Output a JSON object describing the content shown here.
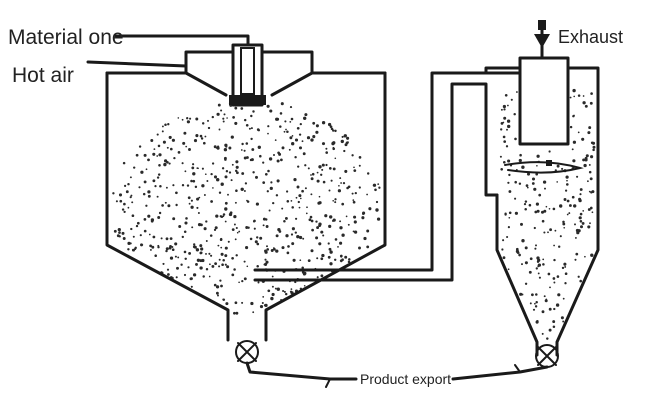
{
  "labels": {
    "material_inlet": "Material one",
    "hot_air": "Hot air",
    "exhaust": "Exhaust",
    "product_export": "Product export"
  }
}
